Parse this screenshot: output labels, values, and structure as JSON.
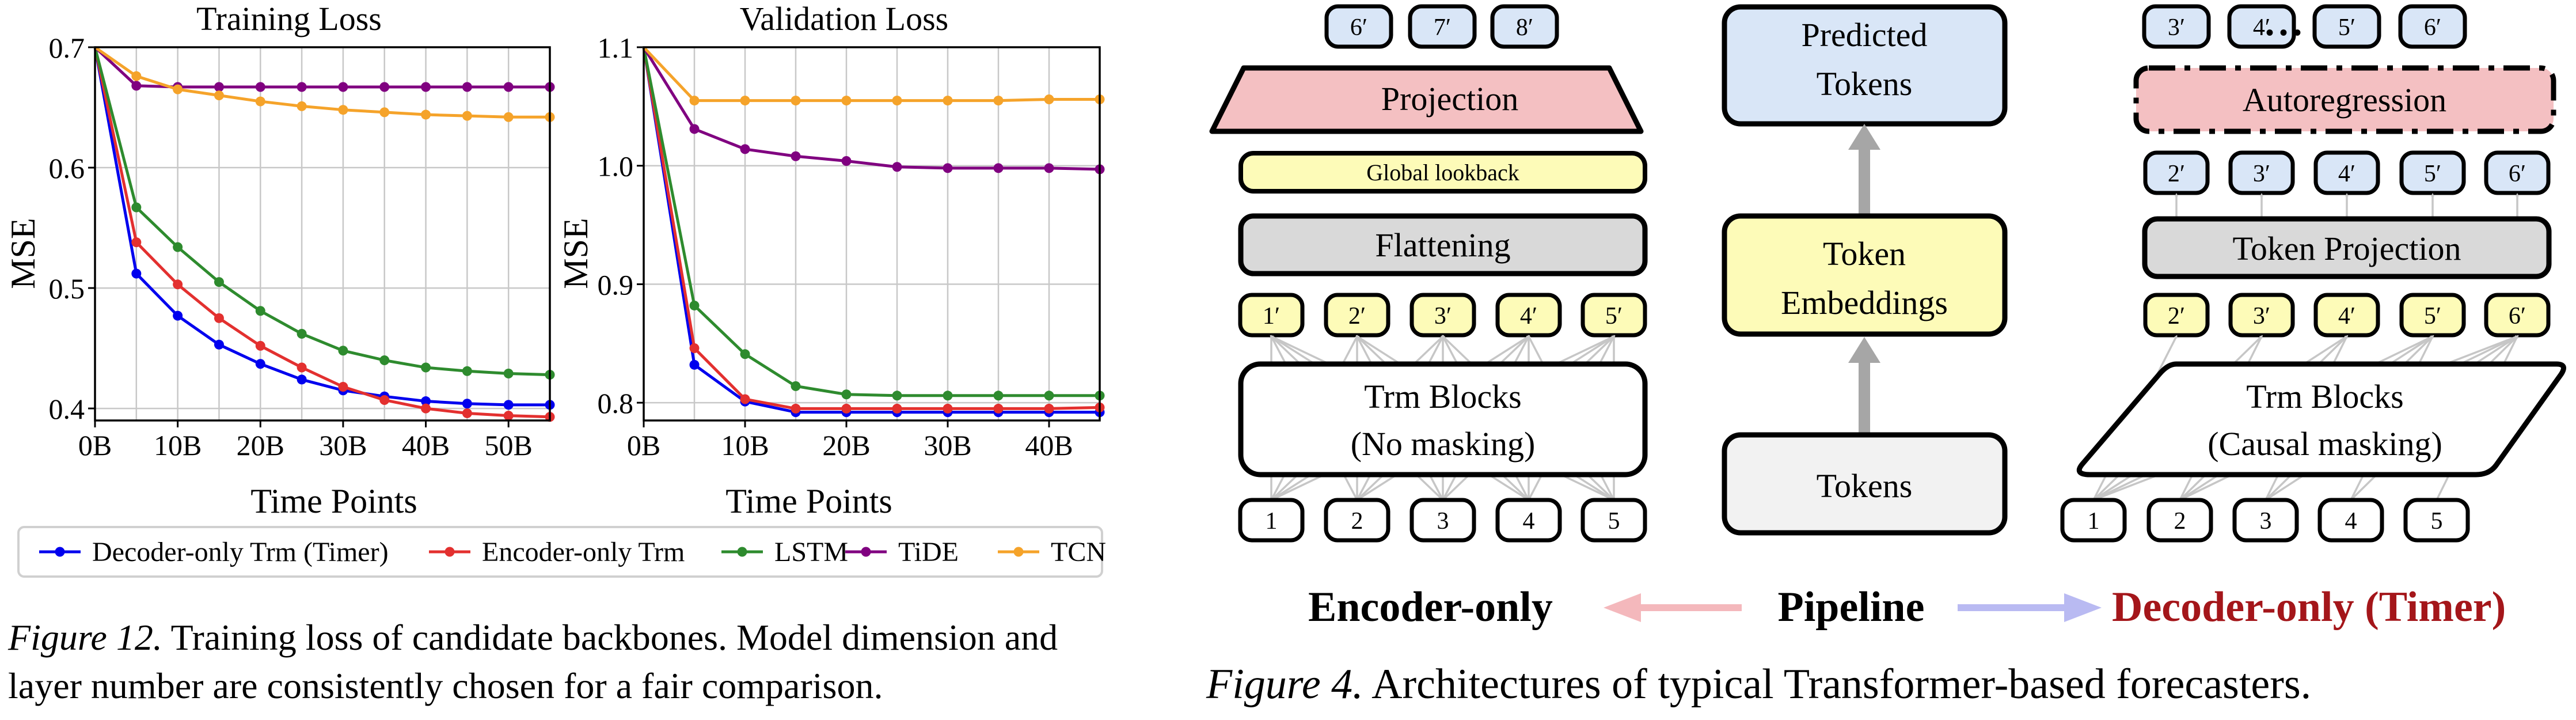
{
  "figure12": {
    "caption_label": "Figure 12.",
    "caption_text": "Training loss of candidate backbones. Model dimension and layer number are consistently chosen for a fair comparison."
  },
  "figure4": {
    "caption_label": "Figure 4.",
    "caption_text": "Architectures of typical Transformer-based forecasters.",
    "encoder": {
      "top_tokens": [
        "6′",
        "7′",
        "8′"
      ],
      "projection": "Projection",
      "global_lookback": "Global lookback",
      "flattening": "Flattening",
      "mid_tokens": [
        "1′",
        "2′",
        "3′",
        "4′",
        "5′"
      ],
      "trm_line1": "Trm Blocks",
      "trm_line2": "(No masking)",
      "input_tokens": [
        "1",
        "2",
        "3",
        "4",
        "5"
      ]
    },
    "pipeline": {
      "predicted_line1": "Predicted",
      "predicted_line2": "Tokens",
      "embed_line1": "Token",
      "embed_line2": "Embeddings",
      "tokens": "Tokens"
    },
    "decoder": {
      "top_tokens": [
        "3′",
        "4′",
        "5′",
        "6′"
      ],
      "ellipsis": "• • •",
      "autoregression": "Autoregression",
      "upper_tokens": [
        "2′",
        "3′",
        "4′",
        "5′",
        "6′"
      ],
      "token_projection": "Token Projection",
      "mid_tokens": [
        "2′",
        "3′",
        "4′",
        "5′",
        "6′"
      ],
      "trm_line1": "Trm Blocks",
      "trm_line2": "(Causal masking)",
      "input_tokens": [
        "1",
        "2",
        "3",
        "4",
        "5"
      ]
    },
    "labels": {
      "encoder_only": "Encoder-only",
      "pipeline": "Pipeline",
      "decoder_only": "Decoder-only (Timer)"
    },
    "colors": {
      "projection": "#f4c0c2",
      "lookback": "#fdfbb8",
      "flatten": "#d9d9d9",
      "token_blue": "#d9e6f7",
      "token_yellow": "#fdfbb8",
      "tokens_grey": "#f2f2f2",
      "arrow_grey": "#a6a6a6",
      "arrow_pink": "#f4b8bc",
      "arrow_lavender": "#b9baf2",
      "decoder_red": "#a4161a"
    }
  },
  "chart_data": [
    {
      "type": "line",
      "title": "Training Loss",
      "xlabel": "Time Points",
      "ylabel": "MSE",
      "x": [
        0,
        5,
        10,
        15,
        20,
        25,
        30,
        35,
        40,
        45,
        50,
        55
      ],
      "xticks": [
        0,
        10,
        20,
        30,
        40,
        50
      ],
      "xtick_labels": [
        "0B",
        "10B",
        "20B",
        "30B",
        "40B",
        "50B"
      ],
      "yticks": [
        0.4,
        0.5,
        0.6,
        0.7
      ],
      "ytick_labels": [
        "0.4",
        "0.5",
        "0.6",
        "0.7"
      ],
      "xlim": [
        0,
        55
      ],
      "ylim": [
        0.39,
        0.7
      ],
      "grid": true,
      "series": [
        {
          "name": "Decoder-only Trm (Timer)",
          "color": "#0000ee",
          "values": [
            0.7,
            0.512,
            0.477,
            0.453,
            0.437,
            0.424,
            0.415,
            0.41,
            0.406,
            0.404,
            0.403,
            0.403
          ]
        },
        {
          "name": "Encoder-only Trm",
          "color": "#e3302f",
          "values": [
            0.7,
            0.538,
            0.503,
            0.475,
            0.452,
            0.434,
            0.418,
            0.407,
            0.4,
            0.396,
            0.394,
            0.393
          ]
        },
        {
          "name": "LSTM",
          "color": "#2e8b2e",
          "values": [
            0.7,
            0.567,
            0.534,
            0.505,
            0.481,
            0.462,
            0.448,
            0.44,
            0.434,
            0.431,
            0.429,
            0.428
          ]
        },
        {
          "name": "TiDE",
          "color": "#800080",
          "values": [
            0.7,
            0.668,
            0.667,
            0.667,
            0.667,
            0.667,
            0.667,
            0.667,
            0.667,
            0.667,
            0.667,
            0.667
          ]
        },
        {
          "name": "TCN",
          "color": "#f5a32a",
          "values": [
            0.7,
            0.676,
            0.665,
            0.66,
            0.655,
            0.651,
            0.648,
            0.646,
            0.644,
            0.643,
            0.642,
            0.642
          ]
        }
      ]
    },
    {
      "type": "line",
      "title": "Validation Loss",
      "xlabel": "Time Points",
      "ylabel": "MSE",
      "x": [
        0,
        5,
        10,
        15,
        20,
        25,
        30,
        35,
        40,
        45
      ],
      "xticks": [
        0,
        10,
        20,
        30,
        40
      ],
      "xtick_labels": [
        "0B",
        "10B",
        "20B",
        "30B",
        "40B"
      ],
      "yticks": [
        0.8,
        0.9,
        1.0,
        1.1
      ],
      "ytick_labels": [
        "0.8",
        "0.9",
        "1.0",
        "1.1"
      ],
      "xlim": [
        0,
        45
      ],
      "ylim": [
        0.785,
        1.1
      ],
      "grid": true,
      "series": [
        {
          "name": "Decoder-only Trm (Timer)",
          "color": "#0000ee",
          "values": [
            1.1,
            0.832,
            0.801,
            0.792,
            0.792,
            0.792,
            0.792,
            0.792,
            0.792,
            0.792
          ]
        },
        {
          "name": "Encoder-only Trm",
          "color": "#e3302f",
          "values": [
            1.1,
            0.846,
            0.803,
            0.795,
            0.795,
            0.795,
            0.795,
            0.795,
            0.795,
            0.796
          ]
        },
        {
          "name": "LSTM",
          "color": "#2e8b2e",
          "values": [
            1.1,
            0.882,
            0.841,
            0.814,
            0.807,
            0.806,
            0.806,
            0.806,
            0.806,
            0.806
          ]
        },
        {
          "name": "TiDE",
          "color": "#800080",
          "values": [
            1.1,
            1.031,
            1.014,
            1.008,
            1.004,
            0.999,
            0.998,
            0.998,
            0.998,
            0.997
          ]
        },
        {
          "name": "TCN",
          "color": "#f5a32a",
          "values": [
            1.1,
            1.055,
            1.055,
            1.055,
            1.055,
            1.055,
            1.055,
            1.055,
            1.056,
            1.056
          ]
        }
      ]
    }
  ]
}
